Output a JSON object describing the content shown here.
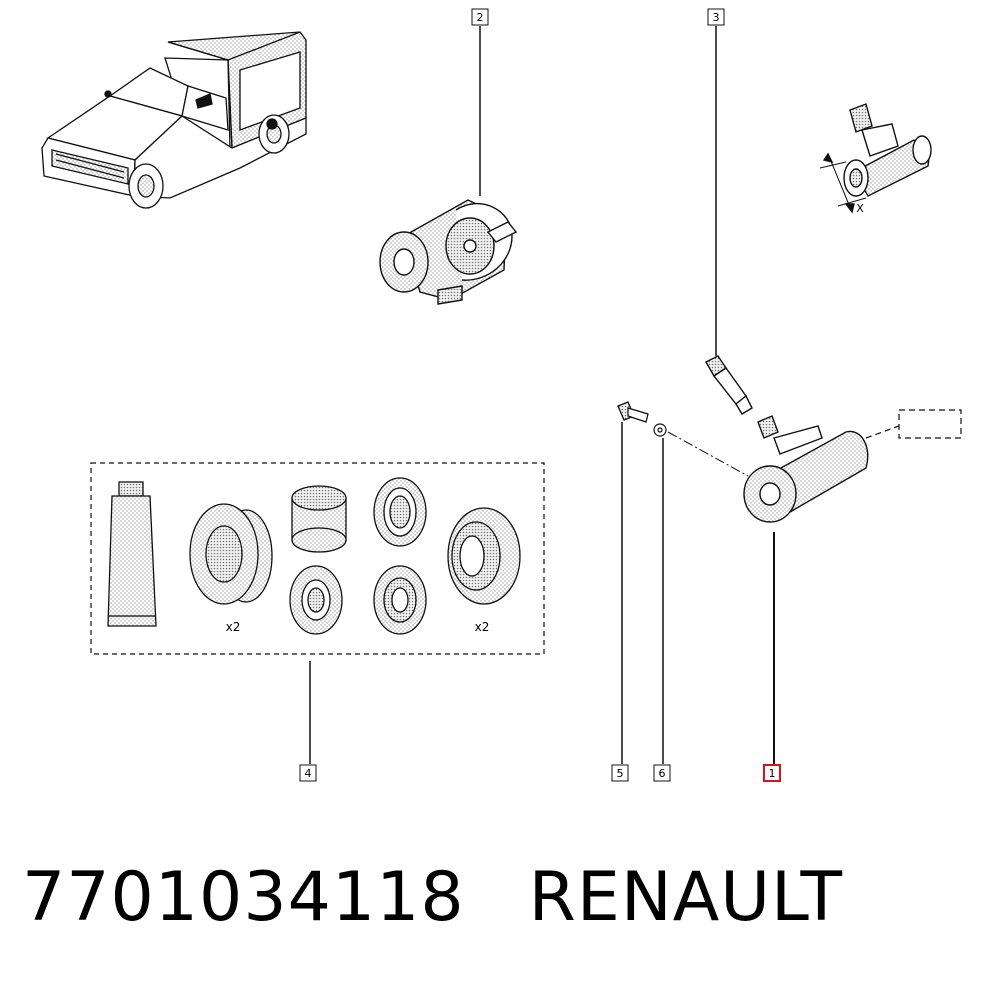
{
  "callouts": {
    "c1": "1",
    "c2": "2",
    "c3": "3",
    "c4": "4",
    "c5": "5",
    "c6": "6"
  },
  "kit": {
    "qty_a": "x2",
    "qty_b": "x2"
  },
  "detail": {
    "dim_label": "X"
  },
  "footer": {
    "part_number": "7701034118",
    "brand": "RENAULT"
  },
  "colors": {
    "highlight": "#e0101a",
    "ink": "#111111",
    "shade": "#d9d9d9"
  }
}
